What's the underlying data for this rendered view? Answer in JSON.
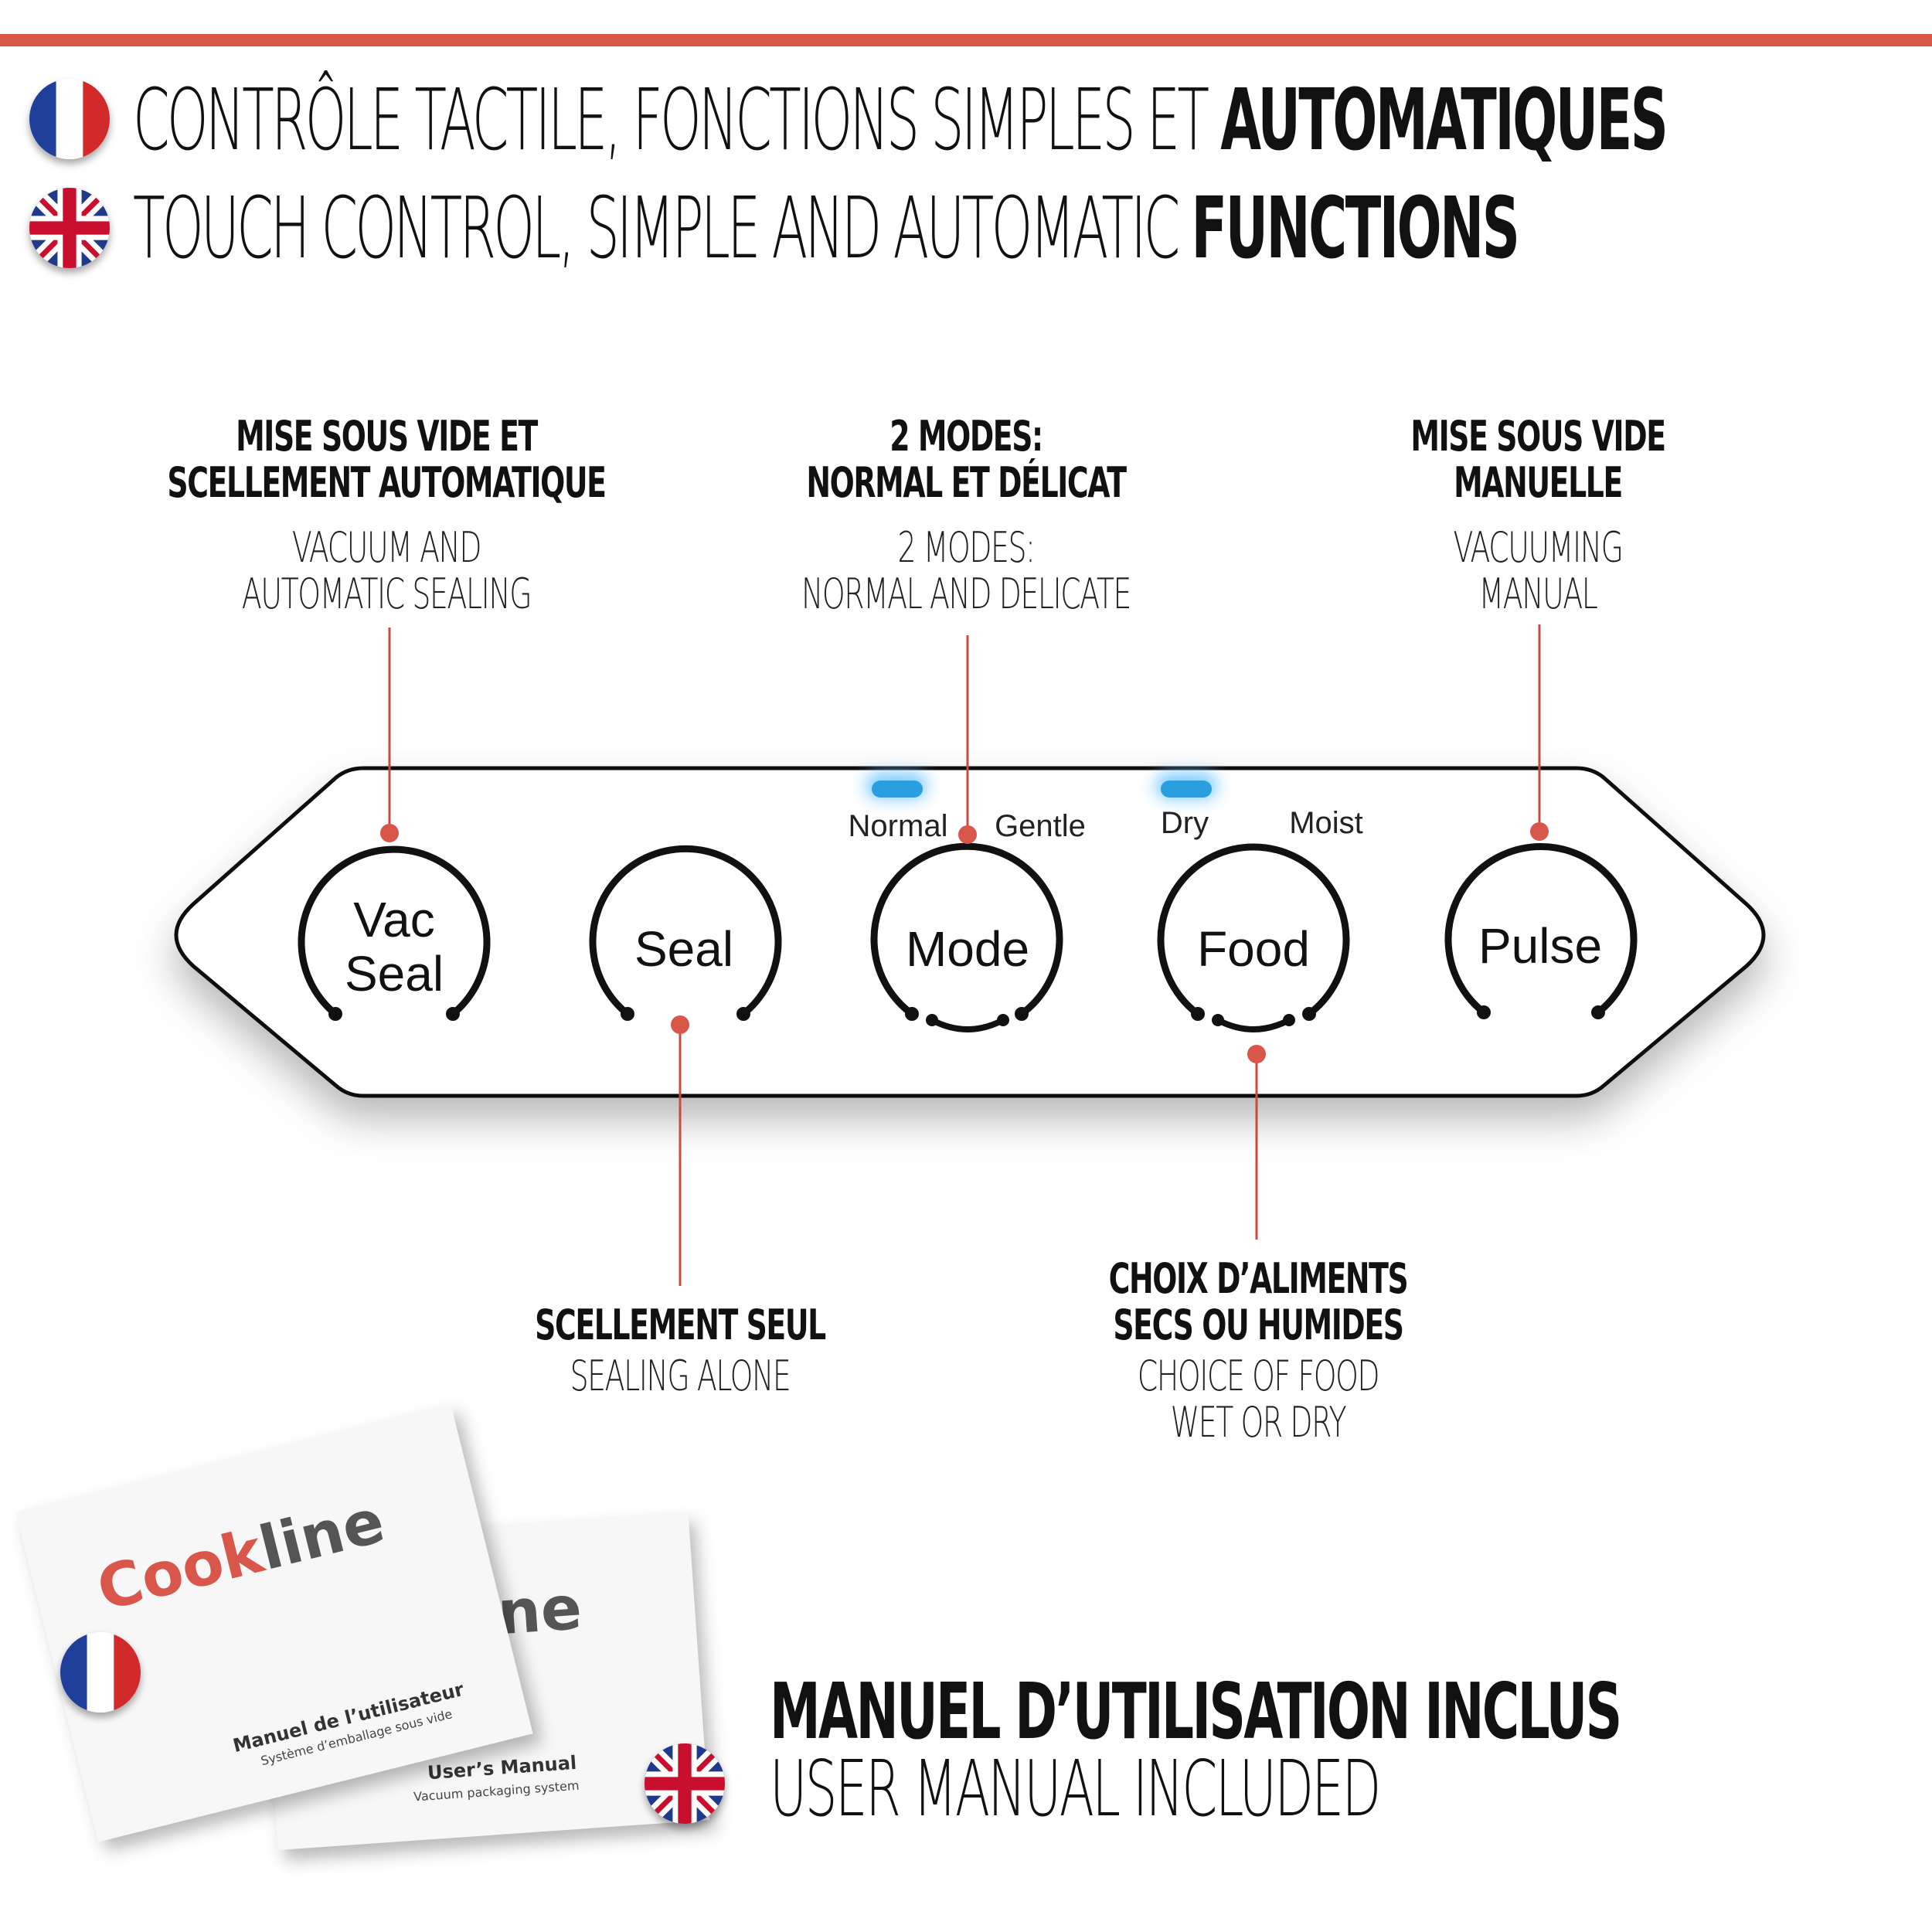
{
  "colors": {
    "accent": "#d9574a",
    "led": "#2a9fe0",
    "panel_border": "#111111"
  },
  "header": {
    "fr_light": "CONTRÔLE TACTILE, FONCTIONS SIMPLES ET ",
    "fr_bold": "AUTOMATIQUES",
    "en_light": "TOUCH CONTROL, SIMPLE AND AUTOMATIC ",
    "en_bold": "FUNCTIONS",
    "fr_flag_icon": "france-flag-icon",
    "en_flag_icon": "uk-flag-icon"
  },
  "callouts": {
    "vac_seal": {
      "fr_line1": "MISE SOUS VIDE ET",
      "fr_line2": "SCELLEMENT AUTOMATIQUE",
      "en_line1": "VACUUM AND",
      "en_line2": "AUTOMATIC SEALING"
    },
    "mode": {
      "fr_line1": "2 MODES:",
      "fr_line2": "NORMAL ET DÉLICAT",
      "en_line1": "2 MODES:",
      "en_line2": "NORMAL AND DELICATE"
    },
    "pulse": {
      "fr_line1": "MISE SOUS VIDE",
      "fr_line2": "MANUELLE",
      "en_line1": "VACUUMING",
      "en_line2": "MANUAL"
    },
    "seal": {
      "fr_line1": "SCELLEMENT SEUL",
      "en_line1": "SEALING ALONE"
    },
    "food": {
      "fr_line1": "CHOIX D’ALIMENTS",
      "fr_line2": "SECS OU HUMIDES",
      "en_line1": "CHOICE OF FOOD",
      "en_line2": "WET OR DRY"
    }
  },
  "panel": {
    "buttons": {
      "vac_seal_line1": "Vac",
      "vac_seal_line2": "Seal",
      "seal": "Seal",
      "mode": "Mode",
      "food": "Food",
      "pulse": "Pulse"
    },
    "indicators": {
      "normal": "Normal",
      "gentle": "Gentle",
      "dry": "Dry",
      "moist": "Moist"
    }
  },
  "manuals": {
    "brand_cook": "Cook",
    "brand_line": "line",
    "brand_back": "kline",
    "fr_title": "Manuel de l’utilisateur",
    "fr_subtitle": "Système d’emballage sous vide",
    "en_title": "User’s Manual",
    "en_subtitle": "Vacuum packaging system"
  },
  "footer": {
    "fr": "MANUEL D’UTILISATION INCLUS",
    "en": "USER MANUAL INCLUDED"
  }
}
